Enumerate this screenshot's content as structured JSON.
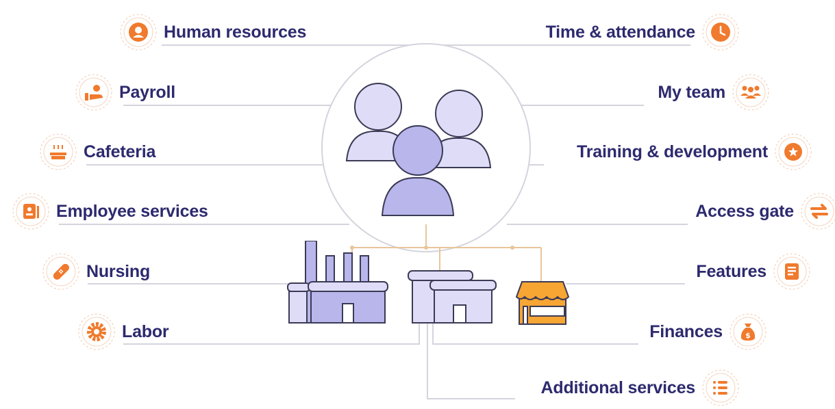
{
  "diagram": {
    "left_nodes": [
      {
        "label": "Human resources",
        "icon": "user-circle-icon"
      },
      {
        "label": "Payroll",
        "icon": "hand-coin-icon"
      },
      {
        "label": "Cafeteria",
        "icon": "food-tray-icon"
      },
      {
        "label": "Employee services",
        "icon": "id-card-icon"
      },
      {
        "label": "Nursing",
        "icon": "bandage-icon"
      },
      {
        "label": "Labor",
        "icon": "gear-icon"
      }
    ],
    "right_nodes": [
      {
        "label": "Time & attendance",
        "icon": "clock-icon"
      },
      {
        "label": "My team",
        "icon": "team-icon"
      },
      {
        "label": "Training & development",
        "icon": "badge-star-icon"
      },
      {
        "label": "Access gate",
        "icon": "swap-arrows-icon"
      },
      {
        "label": "Features",
        "icon": "document-icon"
      },
      {
        "label": "Finances",
        "icon": "money-bag-icon"
      },
      {
        "label": "Additional services",
        "icon": "list-icon"
      }
    ],
    "center": {
      "icon": "people-group-icon"
    },
    "bottom_icons": [
      "factory-icon",
      "warehouse-icon",
      "shop-icon"
    ],
    "colors": {
      "accent": "#f07a2d",
      "text": "#2d2a6e",
      "line": "#d4d4de",
      "connector": "#e8c59a",
      "lavender": "#b9b6ec",
      "lavender_light": "#dedcf7",
      "outline": "#3a3a55"
    }
  }
}
